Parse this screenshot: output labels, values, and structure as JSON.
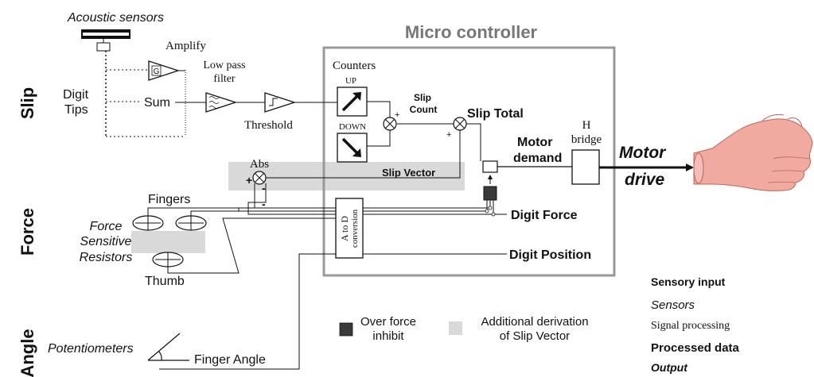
{
  "sections": {
    "slip": "Slip",
    "force": "Force",
    "angle": "Angle"
  },
  "controller": {
    "title": "Micro controller"
  },
  "labels": {
    "acoustic_sensors": "Acoustic sensors",
    "amplify": "Amplify",
    "gain": "G",
    "low_pass_l1": "Low pass",
    "low_pass_l2": "filter",
    "digit_tips_l1": "Digit",
    "digit_tips_l2": "Tips",
    "sum": "Sum",
    "threshold": "Threshold",
    "counters": "Counters",
    "up": "UP",
    "down": "DOWN",
    "slip_count_l1": "Slip",
    "slip_count_l2": "Count",
    "slip_total": "Slip Total",
    "plus": "+",
    "minus": "-",
    "abs": "Abs",
    "slip_vector": "Slip Vector",
    "motor_demand_l1": "Motor",
    "motor_demand_l2": "demand",
    "h_bridge_l1": "H",
    "h_bridge_l2": "bridge",
    "motor_drive_l1": "Motor",
    "motor_drive_l2": "drive",
    "fingers": "Fingers",
    "fsr_l1": "Force",
    "fsr_l2": "Sensitive",
    "fsr_l3": "Resistors",
    "thumb": "Thumb",
    "a_to_d_l1": "A to D",
    "a_to_d_l2": "conversion",
    "digit_force": "Digit Force",
    "digit_position": "Digit Position",
    "potentiometers": "Potentiometers",
    "finger_angle": "Finger Angle"
  },
  "legend": {
    "over_force_l1": "Over force",
    "over_force_l2": "inhibit",
    "additional_l1": "Additional derivation",
    "additional_l2": "of Slip Vector",
    "sensory_input": "Sensory input",
    "sensors": "Sensors",
    "signal_processing": "Signal processing",
    "processed_data": "Processed data",
    "output": "Output"
  },
  "colors": {
    "line": "#222222",
    "controller_border": "#999999",
    "highlight": "#d9d9d9",
    "inhibit_fill": "#3a3a3a",
    "hand": "#f0aaa0",
    "hand_stroke": "#c0645a"
  }
}
